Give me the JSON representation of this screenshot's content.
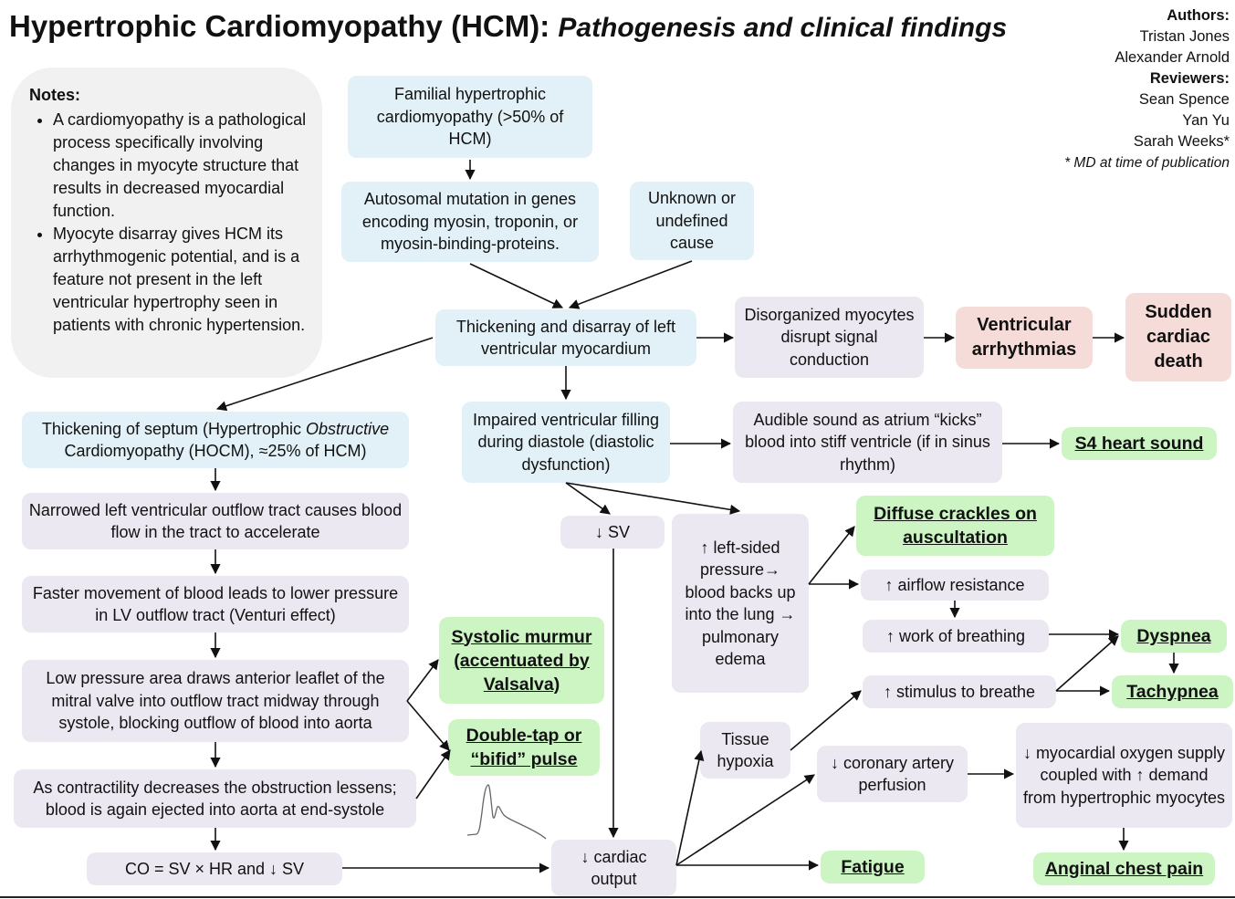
{
  "title": {
    "main": "Hypertrophic Cardiomyopathy (HCM):",
    "subtitle": "Pathogenesis and clinical findings"
  },
  "credits": {
    "authors_heading": "Authors:",
    "authors": [
      "Tristan Jones",
      "Alexander Arnold"
    ],
    "reviewers_heading": "Reviewers:",
    "reviewers": [
      "Sean Spence",
      "Yan Yu",
      "Sarah Weeks*"
    ],
    "footnote": "* MD at time of publication"
  },
  "notes": {
    "heading": "Notes:",
    "items": [
      "A cardiomyopathy is a pathological process specifically involving changes in myocyte structure that results in decreased myocardial function.",
      "Myocyte disarray gives HCM its arrhythmogenic potential, and is a feature not present in the left ventricular hypertrophy seen in patients with chronic hypertension."
    ]
  },
  "nodes": {
    "familial": "Familial hypertrophic cardiomyopathy (>50% of HCM)",
    "autosomal": "Autosomal mutation in genes encoding myosin, troponin, or myosin-binding-proteins.",
    "unknown": "Unknown or undefined cause",
    "thickening": "Thickening and disarray of left ventricular myocardium",
    "disorganized": "Disorganized myocytes disrupt signal conduction",
    "ventricular_arrhythmias": "Ventricular arrhythmias",
    "sudden_death": "Sudden cardiac death",
    "septum_pre": "Thickening of septum (Hypertrophic ",
    "septum_italic": "Obstructive",
    "septum_post": " Cardiomyopathy (HOCM), ≈25% of HCM)",
    "impaired": "Impaired ventricular filling during diastole (diastolic dysfunction)",
    "audible": "Audible sound as atrium “kicks” blood into stiff ventricle (if in sinus rhythm)",
    "s4": "S4 heart sound",
    "narrowed": "Narrowed left ventricular outflow tract causes blood flow in the tract to accelerate",
    "faster": "Faster movement of blood leads to lower pressure in LV outflow tract (Venturi effect)",
    "low_pressure": "Low pressure area draws anterior leaflet of the mitral valve into outflow tract midway through systole, blocking outflow of blood into aorta",
    "contractility": "As contractility decreases the obstruction lessens; blood is again ejected into aorta at end-systole",
    "co_formula": "CO = SV × HR and ↓ SV",
    "systolic_murmur": "Systolic murmur (accentuated by Valsalva)",
    "double_tap": "Double-tap or “bifid” pulse",
    "sv": "↓ SV",
    "left_sided": "↑ left-sided pressure→ blood backs up into the lung → pulmonary edema",
    "crackles": "Diffuse crackles on auscultation",
    "airflow": "↑ airflow resistance",
    "work_breathing": "↑ work of breathing",
    "stimulus": "↑ stimulus to breathe",
    "dyspnea": "Dyspnea",
    "tachypnea": "Tachypnea",
    "tissue_hypoxia": "Tissue hypoxia",
    "coronary": "↓ coronary artery perfusion",
    "myocardial_o2": "↓ myocardial oxygen supply coupled with ↑ demand from hypertrophic myocytes",
    "cardiac_output": "↓ cardiac output",
    "fatigue": "Fatigue",
    "anginal": "Anginal chest pain"
  },
  "colors": {
    "pathogenesis_box": "#e2f0f7",
    "mechanism_box": "#ebe8f1",
    "complication_box": "#f6dcd9",
    "finding_box": "#cdf5c4",
    "notes_box": "#f1f1f1",
    "arrow": "#111111"
  },
  "icons": {
    "pulse_waveform": "bifid-pulse-waveform-icon"
  }
}
